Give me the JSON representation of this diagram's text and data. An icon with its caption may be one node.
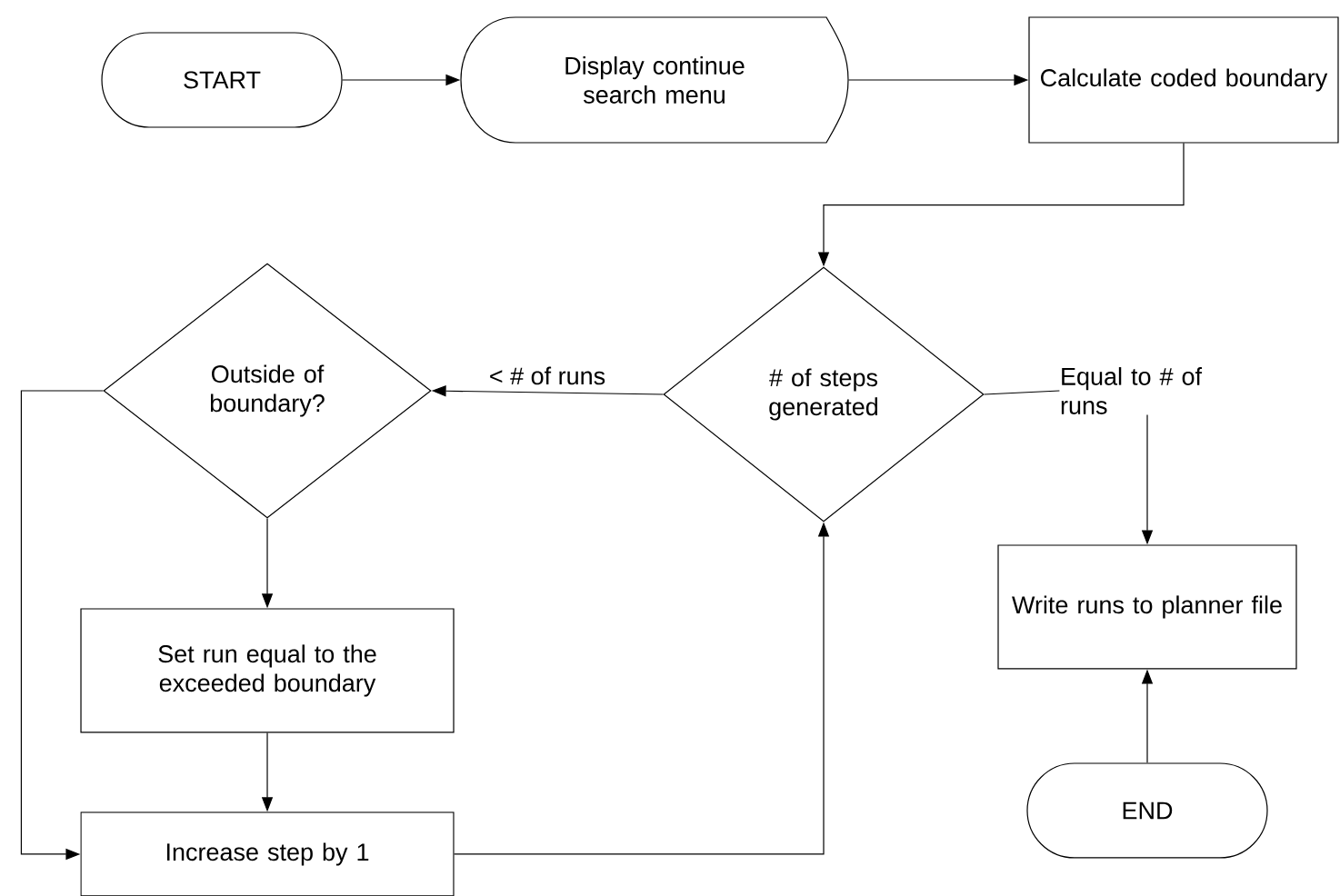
{
  "diagram": {
    "nodes": [
      {
        "text": [
          "START"
        ]
      },
      {
        "text": [
          "Display continue search menu"
        ]
      },
      {
        "text": [
          "Calculate coded boundary"
        ]
      },
      {
        "text": [
          "# of steps generated"
        ]
      },
      {
        "text": [
          "Outside of boundary?"
        ]
      },
      {
        "text": [
          "Equal to # of runs"
        ]
      },
      {
        "text": [
          "Set run equal to the exceeded boundary"
        ]
      },
      {
        "text": [
          "Increase step by 1"
        ]
      },
      {
        "text": [
          "Write runs to planner file"
        ]
      },
      {
        "text": [
          "END"
        ]
      }
    ],
    "edges": [
      {
        "from": 0,
        "to": 1,
        "arrow": "to"
      },
      {
        "from": 1,
        "to": 2,
        "arrow": "to"
      },
      {
        "from": 2,
        "to": 3,
        "arrow": "to"
      },
      {
        "from": 3,
        "to": 4,
        "arrow": "to",
        "label": "< # of runs"
      },
      {
        "from": 3,
        "to": 5,
        "arrow": "none"
      },
      {
        "from": 5,
        "to": 8,
        "arrow": "to"
      },
      {
        "from": 4,
        "to": 6,
        "arrow": "to"
      },
      {
        "from": 4,
        "to": 7,
        "arrow": "to"
      },
      {
        "from": 6,
        "to": 7,
        "arrow": "to"
      },
      {
        "from": 7,
        "to": 3,
        "arrow": "to"
      },
      {
        "from": 9,
        "to": 8,
        "arrow": "to"
      }
    ]
  }
}
